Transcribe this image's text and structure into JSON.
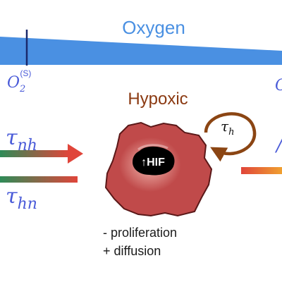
{
  "oxygen_bar": {
    "label": "Oxygen",
    "color": "#4a90e2",
    "marker_color": "#1a2a6c",
    "threshold_label": "O",
    "threshold_subscript": "2",
    "threshold_superscript": "(S)",
    "right_edge_partial_label": "O"
  },
  "cell": {
    "title": "Hypoxic",
    "title_color": "#8b3a12",
    "marker_label": "↑HIF",
    "body_color": "#c04a4a",
    "outline_color": "#5a1818",
    "properties": [
      "- proliferation",
      "+ diffusion"
    ]
  },
  "self_loop": {
    "rate_symbol": "τ",
    "rate_subscript": "h",
    "color": "#8b4513"
  },
  "incoming_arrow": {
    "rate_symbol": "τ",
    "rate_subscript": "nh",
    "rate_color": "#4a5bd8",
    "gradient_start": "#2e8b57",
    "gradient_end": "#e0453a"
  },
  "outgoing_bar": {
    "rate_symbol": "τ",
    "rate_subscript": "hn",
    "rate_color": "#4a5bd8",
    "gradient_start": "#2e8b57",
    "gradient_end": "#e0453a"
  },
  "right_transition_bar": {
    "gradient_start": "#e0453a",
    "gradient_end": "#f0a030",
    "partial_symbol_color": "#4a5bd8"
  }
}
